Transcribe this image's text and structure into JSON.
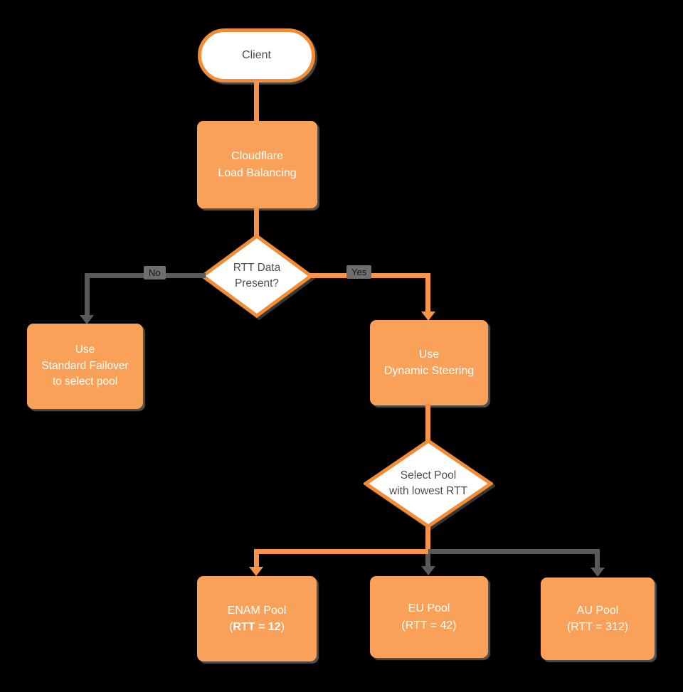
{
  "diagram": {
    "title": "Cloudflare Load Balancing flowchart",
    "colors": {
      "background": "#000000",
      "node_fill": "#F9A159",
      "node_border": "#F28C37",
      "line_orange": "#F79449",
      "line_gray": "#595959",
      "text_on_orange": "#FFFFFF",
      "text_on_white": "#4D4D4D"
    },
    "nodes": {
      "client": {
        "line1": "Client"
      },
      "lb": {
        "line1": "Cloudflare",
        "line2": "Load Balancing"
      },
      "rtt_decision": {
        "line1": "RTT Data",
        "line2": "Present?"
      },
      "standard_failover": {
        "line1": "Use",
        "line2": "Standard Failover",
        "line3": "to select pool"
      },
      "dynamic_steering": {
        "line1": "Use",
        "line2": "Dynamic Steering"
      },
      "select_pool": {
        "line1": "Select Pool",
        "line2": "with lowest RTT"
      },
      "enam_pool": {
        "line1": "ENAM Pool",
        "line2_prefix": "(",
        "line2_bold": "RTT = 12",
        "line2_suffix": ")"
      },
      "eu_pool": {
        "line1": "EU Pool",
        "line2": "(RTT = 42)"
      },
      "au_pool": {
        "line1": "AU Pool",
        "line2": "(RTT = 312)"
      }
    },
    "edges": {
      "no_label": "No",
      "yes_label": "Yes"
    }
  }
}
